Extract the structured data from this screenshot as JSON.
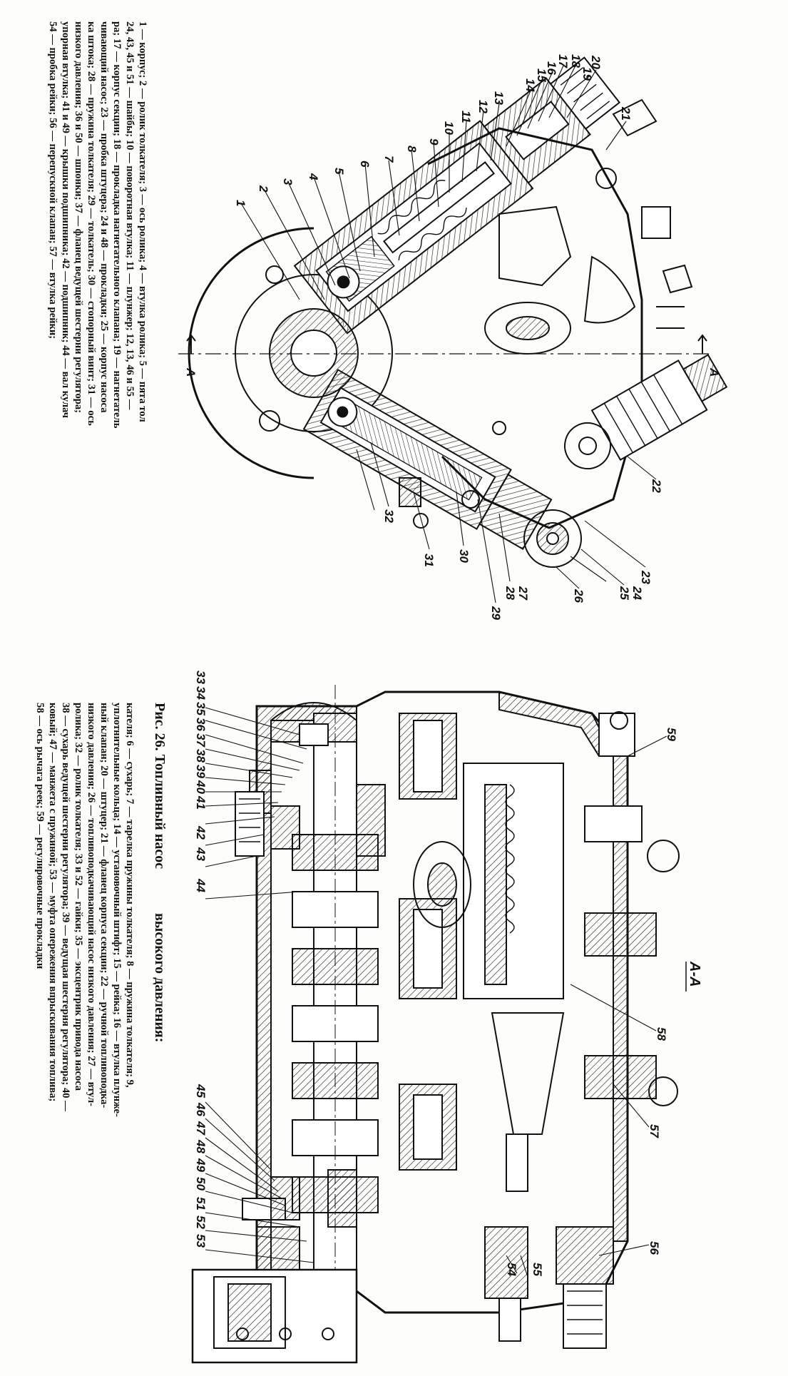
{
  "figure": {
    "title": "Рис. 26. Топливный насос",
    "section_label": "А-А",
    "section_marker": "А"
  },
  "caption_top": [
    "высокого давления:",
    "1 — корпус; 2 — ролик толкателя; 3 — ось ролика; 4 — втулка ролика; 5 — пята тол",
    "кателя; 6 — сухарь; 7 — тарелка пружины толкателя; 8 — пружина толкателя; 9,",
    "24, 43, 45 и 51 — шайбы; 10 — поворотная втулка; 11 — плунжер; 12, 13, 46 и 55 —",
    "уплотнительные кольца; 14 — установочный штифт; 15 — рейка; 16 — втулка плунже-",
    "ра; 17 — корпус секции; 18 — прокладка нагнетательного клапана; 19 — нагнетатель",
    "ный клапан; 20 — штуцер; 21 — фланец корпуса секции; 22 — ручной топливоподка-",
    "чивающий насос; 23 — пробка штуцера; 24 и 48 — прокладки; 25 — корпус насоса"
  ],
  "caption_bottom": [
    "низкого давления; 26 — топливоподкачивающий насос низкого давления; 27 — втул-",
    "ка штока; 28 — пружина толкателя; 29 — толкатель; 30 — стопорный винт; 31 — ось",
    "ролика; 32 — ролик толкателя; 33 и 52 — гайки; 35 — эксцентрик привода насоса",
    "низкого давления; 36 и 50 — шпонки; 37 — фланец ведущей шестерни регулятора;",
    "38 — сухарь ведущей шестерни регулятора; 39 — ведущая шестерня регулятора; 40 —",
    "упорная втулка; 41 и 49 — крышки подшипника; 42 — подшипник; 44 — вал кулач",
    "ковый; 47 — манжета с пружиной; 53 — муфта опережения впрыскивания топлива;",
    "54 — пробка рейки; 56 — перепускной клапан; 57 — втулка рейки;",
    "58 — ось рычага реек; 59 — регулировочные прокладки"
  ],
  "top_view_labels": [
    "1",
    "2",
    "3",
    "4",
    "5",
    "6",
    "7",
    "8",
    "9",
    "10",
    "11",
    "12",
    "13",
    "14",
    "15",
    "16",
    "17",
    "18",
    "19",
    "20",
    "21",
    "22",
    "23",
    "24",
    "25",
    "26",
    "27",
    "28",
    "29",
    "30",
    "31",
    "32"
  ],
  "bottom_view_labels_left": [
    "33",
    "34",
    "35",
    "36",
    "37",
    "38",
    "39",
    "40",
    "41",
    "42",
    "43",
    "44"
  ],
  "bottom_view_labels_right": [
    "45",
    "46",
    "47",
    "48",
    "49",
    "50",
    "51",
    "52",
    "53"
  ],
  "bottom_view_labels_top": [
    "54",
    "55",
    "56",
    "57",
    "58",
    "59"
  ]
}
